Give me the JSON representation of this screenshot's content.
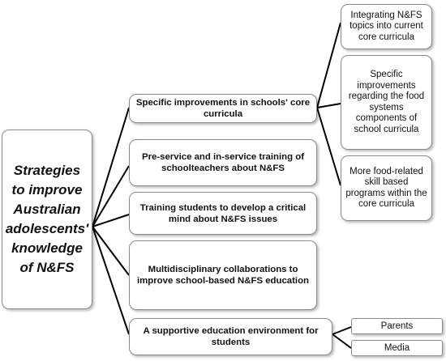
{
  "root": {
    "label": "Strategies to improve Australian adolescents' knowledge of N&FS"
  },
  "strategies": [
    {
      "label": "Specific improvements in schools' core curricula"
    },
    {
      "label": "Pre-service and in-service training of schoolteachers about N&FS"
    },
    {
      "label": "Training students to develop a critical mind about N&FS issues"
    },
    {
      "label": "Multidisciplinary collaborations to improve school-based N&FS education"
    },
    {
      "label": "A supportive education environment for students"
    }
  ],
  "curricula_details": [
    {
      "label": "Integrating N&FS topics into current core curricula"
    },
    {
      "label": "Specific improvements regarding the food systems components of school curricula"
    },
    {
      "label": "More food-related skill based programs within the core curricula"
    }
  ],
  "environment_details": [
    {
      "label": "Parents"
    },
    {
      "label": "Media"
    }
  ],
  "colors": {
    "border": "#8a8a8a",
    "line": "#000000",
    "background": "#ffffff"
  }
}
